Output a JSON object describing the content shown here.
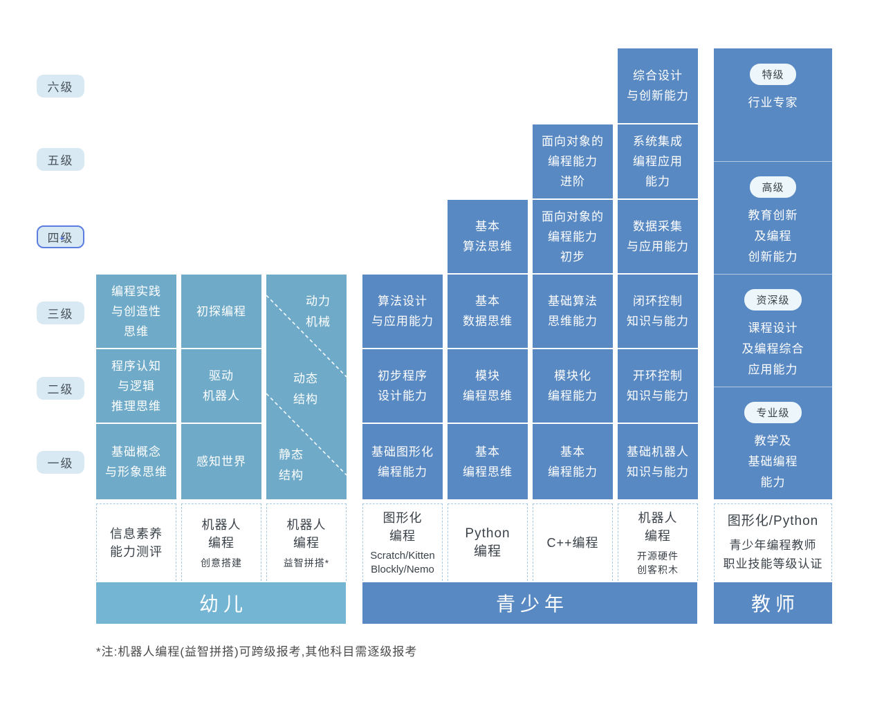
{
  "colors": {
    "light_column": "#6FABC9",
    "dark_column": "#5989C2",
    "kids_bar": "#74B5D3",
    "youth_bar": "#5989C2",
    "level_badge_bg": "#D8E9F4",
    "level_badge_text": "#49525A",
    "active_level_border": "#5B7CE0",
    "teacher_badge_bg": "#EDF6FB",
    "teacher_badge_text": "#3A434B",
    "cell_text": "#FFFFFF",
    "label_text": "#3A4148",
    "dash_border": "#A6C9E2",
    "footnote_text": "#4B4B4B",
    "cursor_accent": "#4D6FE3"
  },
  "levels": [
    {
      "label": "六级",
      "active": false
    },
    {
      "label": "五级",
      "active": false
    },
    {
      "label": "四级",
      "active": true
    },
    {
      "label": "三级",
      "active": false
    },
    {
      "label": "二级",
      "active": false
    },
    {
      "label": "一级",
      "active": false
    }
  ],
  "columns": [
    {
      "label": {
        "title": "信息素养\n能力测评"
      },
      "cells": [
        {
          "level": "三级",
          "text": "编程实践\n与创造性\n思维"
        },
        {
          "level": "二级",
          "text": "程序认知\n与逻辑\n推理思维"
        },
        {
          "level": "一级",
          "text": "基础概念\n与形象思维"
        }
      ]
    },
    {
      "label": {
        "title": "机器人\n编程",
        "subtitle": "创意搭建"
      },
      "cells": [
        {
          "level": "三级",
          "text": "初探编程"
        },
        {
          "level": "二级",
          "text": "驱动\n机器人"
        },
        {
          "level": "一级",
          "text": "感知世界"
        }
      ]
    },
    {
      "label": {
        "title": "机器人\n编程",
        "subtitle": "益智拼搭*"
      },
      "diagonal_cells": [
        {
          "text": "动力\n机械"
        },
        {
          "text": "动态\n结构"
        },
        {
          "text": "静态\n结构"
        }
      ]
    },
    {
      "label": {
        "title": "图形化\n编程",
        "subtitle": "Scratch/Kitten\nBlockly/Nemo"
      },
      "cells": [
        {
          "level": "三级",
          "text": "算法设计\n与应用能力"
        },
        {
          "level": "二级",
          "text": "初步程序\n设计能力"
        },
        {
          "level": "一级",
          "text": "基础图形化\n编程能力"
        }
      ]
    },
    {
      "label": {
        "title": "Python\n编程"
      },
      "cells": [
        {
          "level": "四级",
          "text": "基本\n算法思维"
        },
        {
          "level": "三级",
          "text": "基本\n数据思维"
        },
        {
          "level": "二级",
          "text": "模块\n编程思维"
        },
        {
          "level": "一级",
          "text": "基本\n编程思维"
        }
      ]
    },
    {
      "label": {
        "title": "C++编程"
      },
      "cells": [
        {
          "level": "五级",
          "text": "面向对象的\n编程能力\n进阶"
        },
        {
          "level": "四级",
          "text": "面向对象的\n编程能力\n初步"
        },
        {
          "level": "三级",
          "text": "基础算法\n思维能力"
        },
        {
          "level": "二级",
          "text": "模块化\n编程能力"
        },
        {
          "level": "一级",
          "text": "基本\n编程能力"
        }
      ]
    },
    {
      "label": {
        "title": "机器人\n编程",
        "subtitle": "开源硬件\n创客积木"
      },
      "cells": [
        {
          "level": "六级",
          "text": "综合设计\n与创新能力"
        },
        {
          "level": "五级",
          "text": "系统集成\n编程应用\n能力"
        },
        {
          "level": "四级",
          "text": "数据采集\n与应用能力"
        },
        {
          "level": "三级",
          "text": "闭环控制\n知识与能力"
        },
        {
          "level": "二级",
          "text": "开环控制\n知识与能力"
        },
        {
          "level": "一级",
          "text": "基础机器人\n知识与能力"
        }
      ]
    }
  ],
  "teacher": {
    "label": {
      "title": "图形化/Python",
      "subtitle": "青少年编程教师\n职业技能等级认证"
    },
    "sections": [
      {
        "badge": "特级",
        "text": "行业专家"
      },
      {
        "badge": "高级",
        "text": "教育创新\n及编程\n创新能力"
      },
      {
        "badge": "资深级",
        "text": "课程设计\n及编程综合\n应用能力"
      },
      {
        "badge": "专业级",
        "text": "教学及\n基础编程\n能力"
      }
    ]
  },
  "bars": [
    {
      "label": "幼儿"
    },
    {
      "label": "青少年"
    },
    {
      "label": "教师"
    }
  ],
  "footnote": "*注:机器人编程(益智拼搭)可跨级报考,其他科目需逐级报考"
}
